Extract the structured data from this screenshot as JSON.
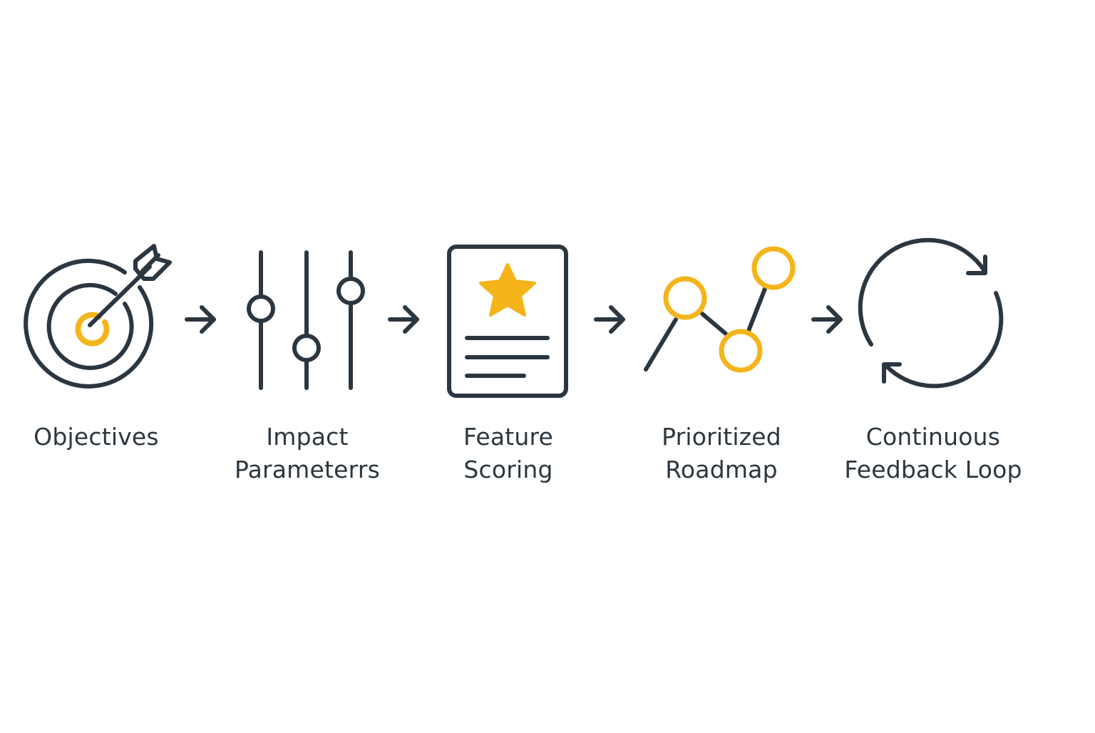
{
  "diagram": {
    "type": "process-flow",
    "direction": "left-to-right",
    "colors": {
      "stroke": "#2b3640",
      "accent": "#f4b41a",
      "background": "#ffffff",
      "text": "#2b3640"
    },
    "steps": [
      {
        "icon": "target-with-arrow-icon",
        "label_lines": [
          "Objectives"
        ]
      },
      {
        "icon": "sliders-icon",
        "label_lines": [
          "Impact",
          "Parameterrs"
        ]
      },
      {
        "icon": "document-star-icon",
        "label_lines": [
          "Feature",
          "Scoring"
        ]
      },
      {
        "icon": "line-chart-nodes-icon",
        "label_lines": [
          "Prioritized",
          "Roadmap"
        ]
      },
      {
        "icon": "refresh-loop-icon",
        "label_lines": [
          "Continuous",
          "Feedback Loop"
        ]
      }
    ],
    "connectors": [
      {
        "icon": "arrow-right-icon",
        "from": 0,
        "to": 1
      },
      {
        "icon": "arrow-right-icon",
        "from": 1,
        "to": 2
      },
      {
        "icon": "arrow-right-icon",
        "from": 2,
        "to": 3
      },
      {
        "icon": "arrow-right-icon",
        "from": 3,
        "to": 4
      }
    ]
  }
}
